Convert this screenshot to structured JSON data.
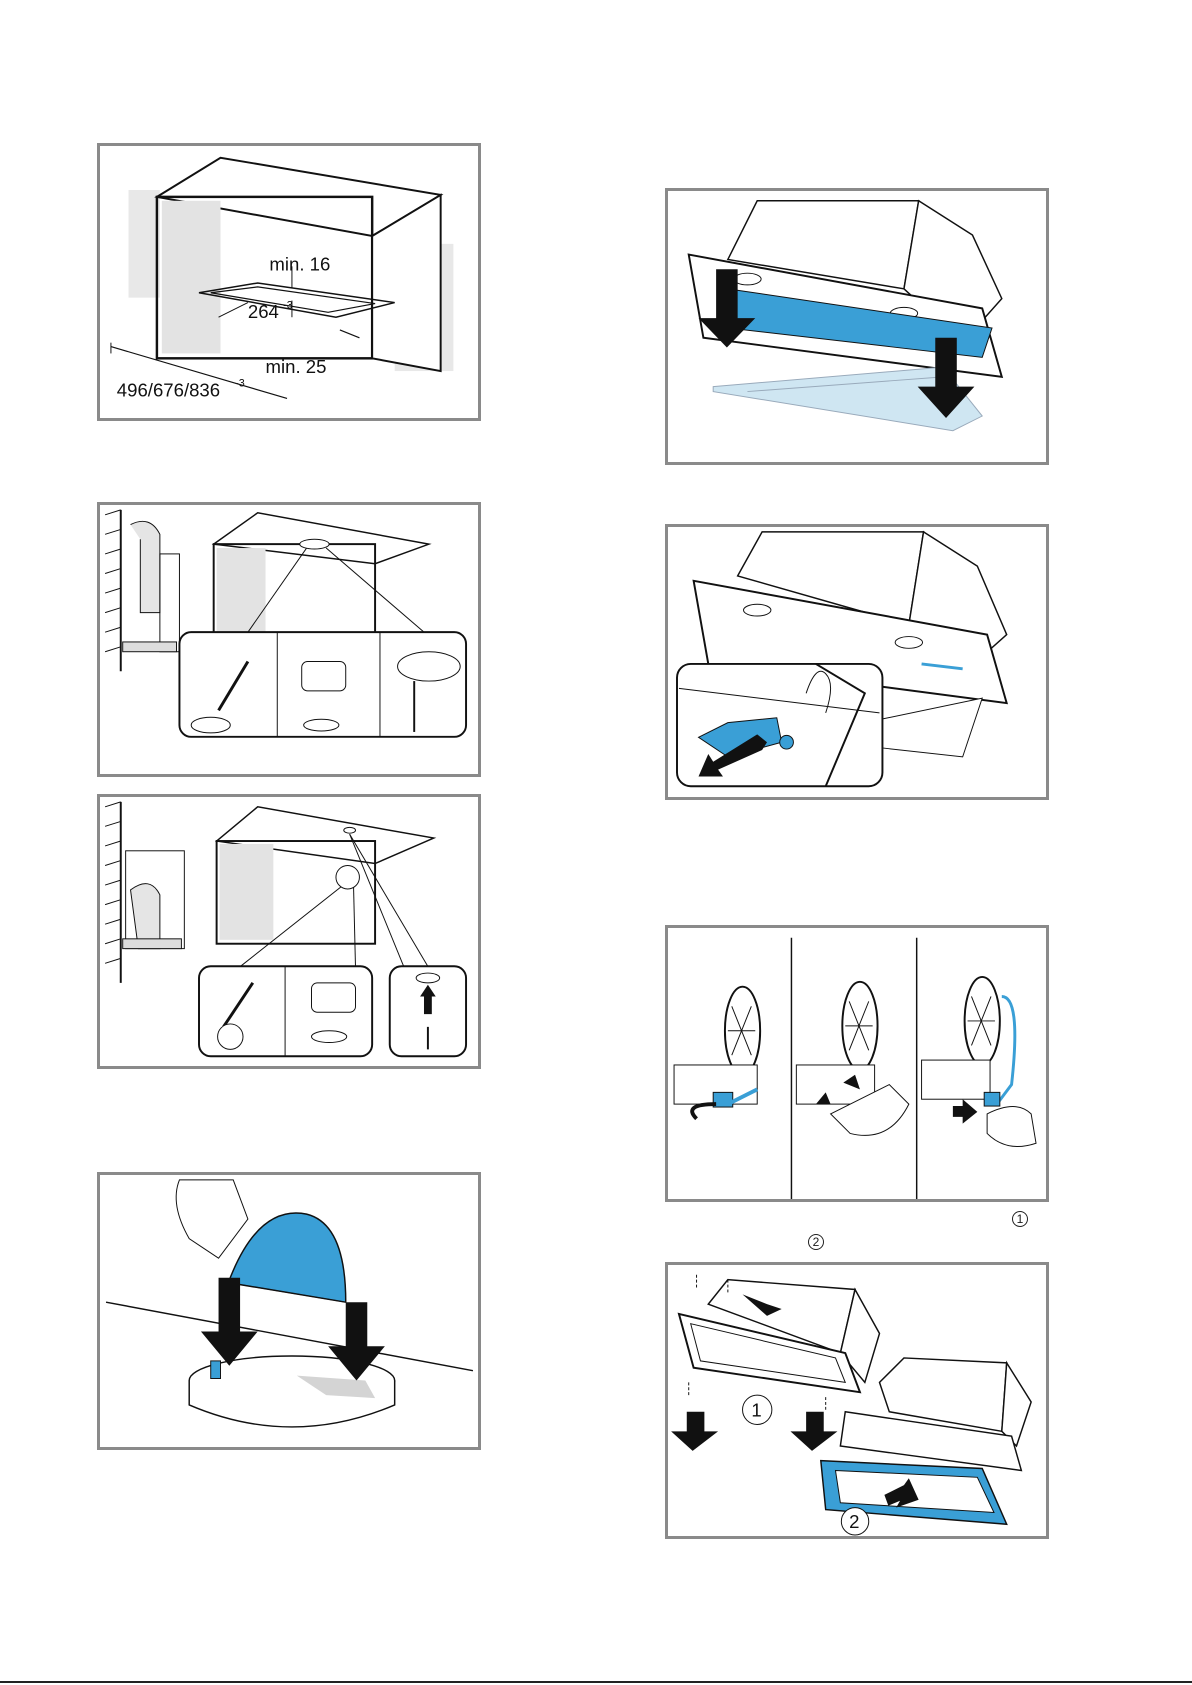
{
  "figures": {
    "fig1": {
      "dim_min16": "min. 16",
      "dim_264": "264",
      "dim_264_sup": "-3",
      "dim_min25": "min. 25",
      "dim_width": "496/676/836",
      "dim_width_sup": "-3"
    },
    "fig9": {
      "step1": "1",
      "step2": "2"
    }
  },
  "markers": {
    "m1": "1",
    "m2": "2"
  },
  "colors": {
    "accent_blue": "#3a9fd6",
    "light_blue": "#cfe6f2",
    "frame_gray": "#8a8a8a"
  }
}
